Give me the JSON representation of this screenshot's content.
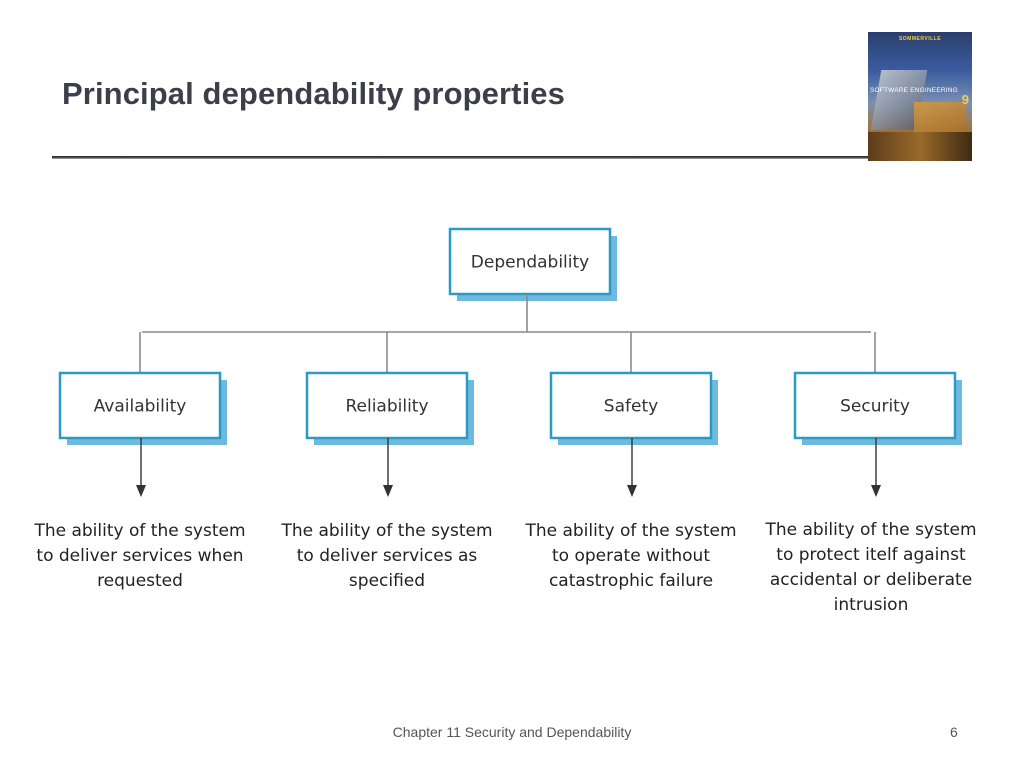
{
  "slide": {
    "title": "Principal dependability properties",
    "footer": "Chapter 11 Security and Dependability",
    "page_number": "6"
  },
  "book_cover": {
    "author": "SOMMERVILLE",
    "title": "SOFTWARE ENGINEERING",
    "edition": "9"
  },
  "diagram": {
    "root": {
      "label": "Dependability"
    },
    "children": [
      {
        "label": "Availability",
        "description": [
          "The ability of the system",
          "to deliver services when",
          "requested"
        ]
      },
      {
        "label": "Reliability",
        "description": [
          "The ability of the system",
          "to deliver services as",
          "specified"
        ]
      },
      {
        "label": "Safety",
        "description": [
          "The ability of the system",
          "to operate without",
          "catastrophic failure"
        ]
      },
      {
        "label": "Security",
        "description": [
          "The ability of the system",
          "to protect itelf against",
          "accidental or deliberate",
          "intrusion"
        ]
      }
    ],
    "colors": {
      "box_border": "#2a9bc4",
      "box_shadow": "#6fb8de",
      "connector": "#8a8a8a",
      "arrow": "#333333"
    }
  }
}
